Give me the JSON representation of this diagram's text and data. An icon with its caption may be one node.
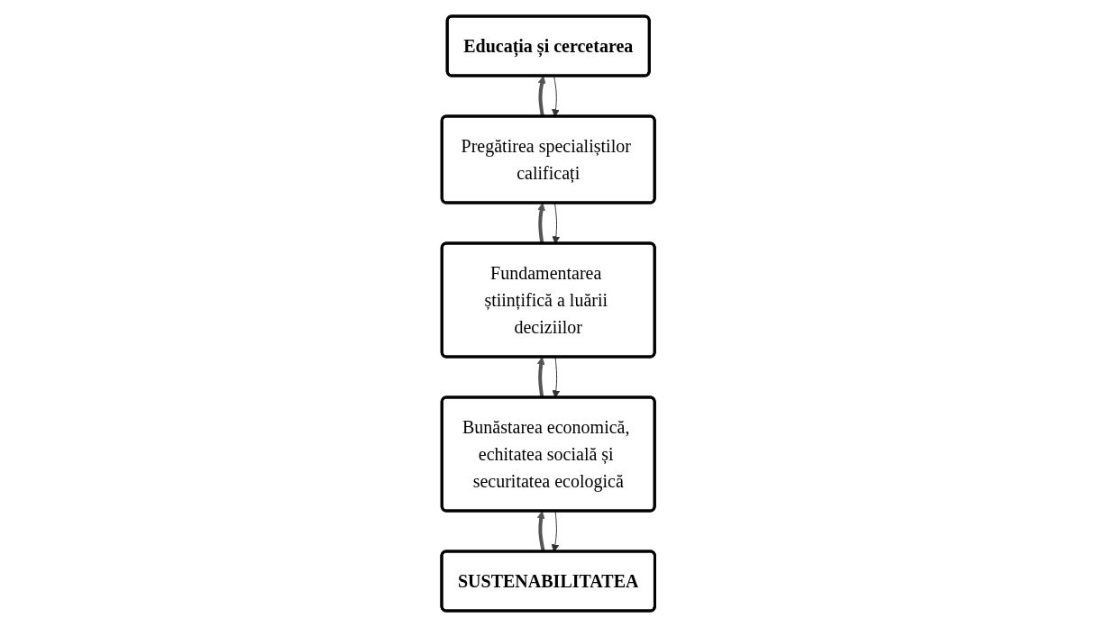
{
  "diagram": {
    "nodes": [
      {
        "text": [
          "SUSTENABILITATEA"
        ]
      },
      {
        "text": [
          "Bunăstarea economică, echitatea socială și securitatea ecologică"
        ]
      },
      {
        "text": [
          "Fundamentarea științifică a luării deciziilor"
        ]
      },
      {
        "text": [
          "Pregătirea specialiștilor calificați"
        ]
      },
      {
        "text": [
          "Educația și cercetarea"
        ]
      }
    ],
    "edges": [
      {
        "from": 4,
        "to": 3,
        "arrow": "to"
      },
      {
        "from": 3,
        "to": 2,
        "arrow": "to"
      },
      {
        "from": 2,
        "to": 1,
        "arrow": "to"
      },
      {
        "from": 1,
        "to": 0,
        "arrow": "to"
      },
      {
        "from": 0,
        "to": 1,
        "arrow": "to",
        "style": "thick"
      },
      {
        "from": 1,
        "to": 2,
        "arrow": "to",
        "style": "thick"
      },
      {
        "from": 2,
        "to": 3,
        "arrow": "to",
        "style": "thick"
      },
      {
        "from": 3,
        "to": 4,
        "arrow": "to",
        "style": "thick"
      }
    ]
  }
}
